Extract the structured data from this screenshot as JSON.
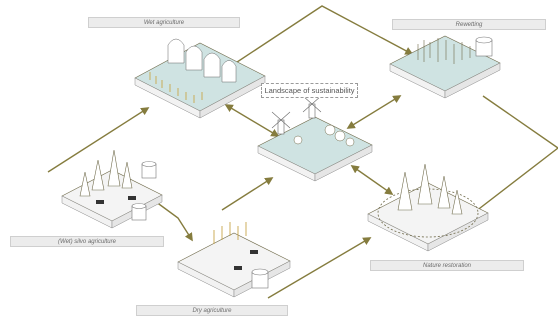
{
  "diagram": {
    "center_label": "Landscape of sustainability",
    "labels": {
      "wet_agriculture": "Wet agriculture",
      "rewetting": "Rewetting",
      "wet_silvo_agriculture": "(Wet) silvo agriculture",
      "nature_restoration": "Nature restoration",
      "dry_agriculture": "Dry agriculture"
    },
    "colors": {
      "arrow": "#857c3e",
      "water": "#cfe3e2",
      "tree_stroke": "#6f6a4a",
      "crop": "#c9a64a",
      "label_bg": "#ececec",
      "label_text": "#6b6b6b"
    }
  }
}
